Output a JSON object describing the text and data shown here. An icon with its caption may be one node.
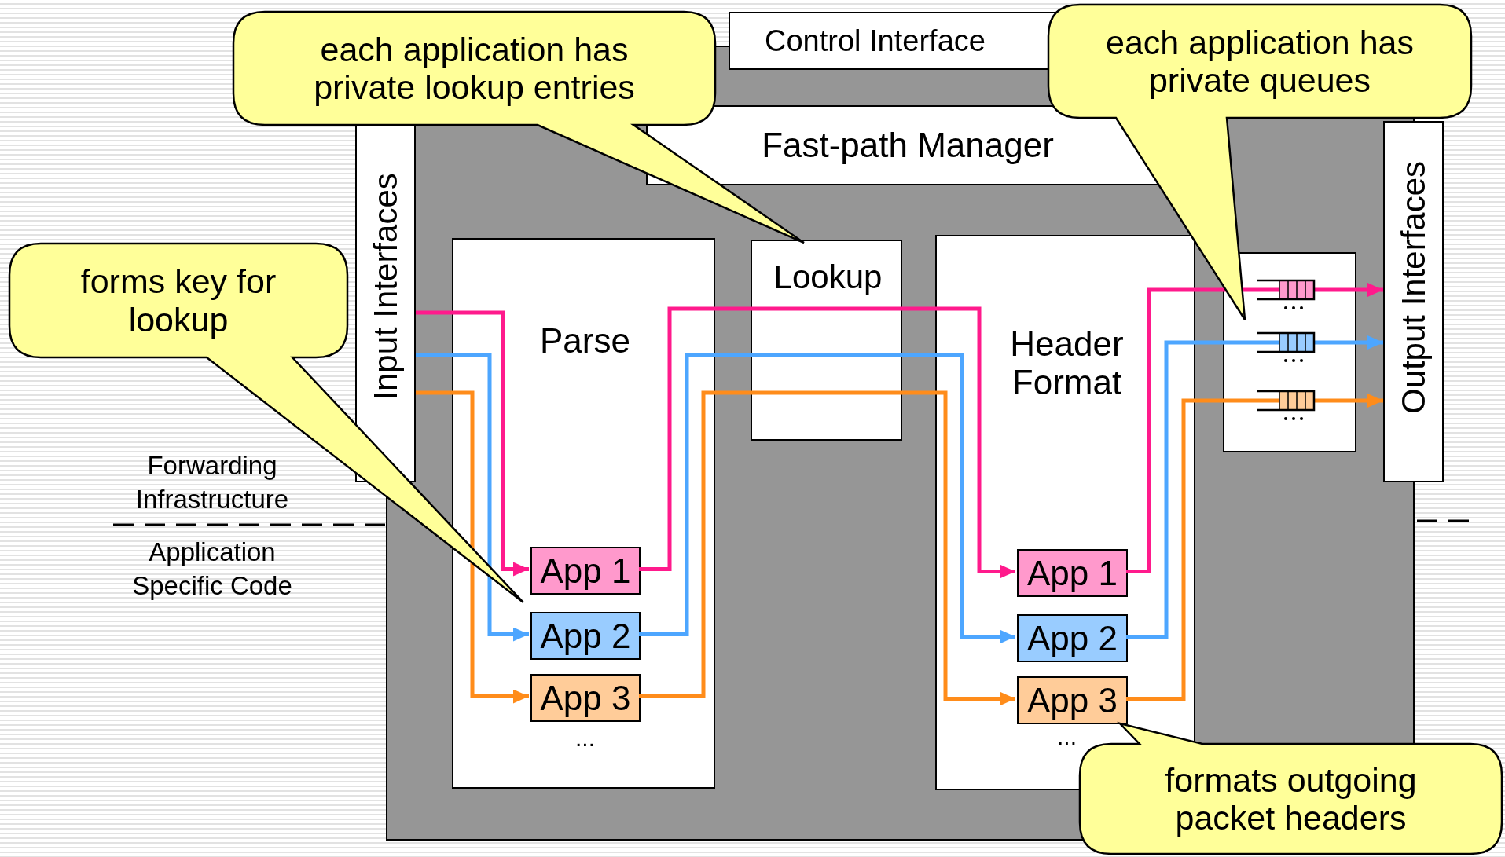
{
  "diagram": {
    "nodes": [
      {
        "text": [
          "Control Interface"
        ]
      },
      {
        "text": [
          "Fast-path Manager"
        ]
      },
      {
        "text": [
          "Input Interfaces"
        ]
      },
      {
        "text": [
          "Output Interfaces"
        ]
      },
      {
        "text": [
          "Parse",
          "..."
        ]
      },
      {
        "text": [
          "App 1"
        ],
        "in": 4
      },
      {
        "text": [
          "App 2"
        ],
        "in": 4
      },
      {
        "text": [
          "App 3"
        ],
        "in": 4
      },
      {
        "text": [
          "Lookup"
        ]
      },
      {
        "text": [
          "Header Format",
          "..."
        ]
      },
      {
        "text": [
          "App 1"
        ],
        "in": 9
      },
      {
        "text": [
          "App 2"
        ],
        "in": 9
      },
      {
        "text": [
          "App 3"
        ],
        "in": 9
      },
      {
        "text": [],
        "shape": "box"
      },
      {
        "text": [
          "each application has private lookup entries"
        ]
      },
      {
        "text": [
          "each application has private queues"
        ]
      },
      {
        "text": [
          "forms key for lookup"
        ]
      },
      {
        "text": [
          "formats outgoing packet headers"
        ]
      }
    ],
    "edges": [
      {
        "from": 2,
        "to": 5,
        "arrow": "to",
        "color": "#ff1a8c"
      },
      {
        "from": 2,
        "to": 6,
        "arrow": "to",
        "color": "#4da6ff"
      },
      {
        "from": 2,
        "to": 7,
        "arrow": "to",
        "color": "#ff8c1a"
      },
      {
        "from": 5,
        "to": 8,
        "arrow": "none",
        "color": "#ff1a8c"
      },
      {
        "from": 6,
        "to": 8,
        "arrow": "none",
        "color": "#4da6ff"
      },
      {
        "from": 7,
        "to": 8,
        "arrow": "none",
        "color": "#ff8c1a"
      },
      {
        "from": 8,
        "to": 10,
        "arrow": "to",
        "color": "#ff1a8c"
      },
      {
        "from": 8,
        "to": 11,
        "arrow": "to",
        "color": "#4da6ff"
      },
      {
        "from": 8,
        "to": 12,
        "arrow": "to",
        "color": "#ff8c1a"
      },
      {
        "from": 10,
        "to": 13,
        "arrow": "none",
        "color": "#ff1a8c"
      },
      {
        "from": 11,
        "to": 13,
        "arrow": "none",
        "color": "#4da6ff"
      },
      {
        "from": 12,
        "to": 13,
        "arrow": "none",
        "color": "#ff8c1a"
      },
      {
        "from": 13,
        "to": 3,
        "arrow": "to",
        "color": "#ff1a8c"
      },
      {
        "from": 13,
        "to": 3,
        "arrow": "to",
        "color": "#4da6ff"
      },
      {
        "from": 13,
        "to": 3,
        "arrow": "to",
        "color": "#ff8c1a"
      }
    ],
    "labels": [
      "Forwarding Infrastructure",
      "Application Specific Code"
    ]
  }
}
